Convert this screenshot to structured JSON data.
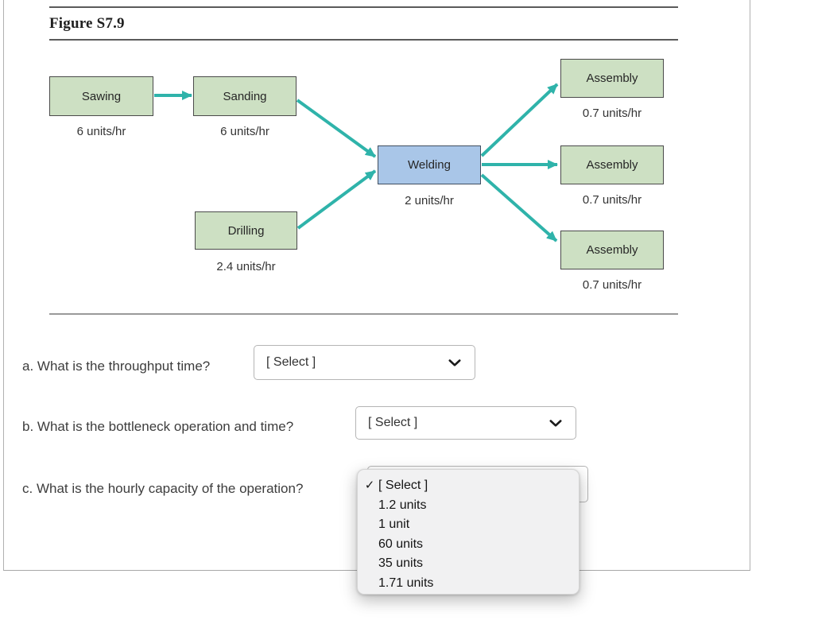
{
  "figure": {
    "title": "Figure S7.9"
  },
  "diagram": {
    "nodes": [
      {
        "label": "Sawing",
        "rate": "6 units/hr"
      },
      {
        "label": "Sanding",
        "rate": "6 units/hr"
      },
      {
        "label": "Drilling",
        "rate": "2.4 units/hr"
      },
      {
        "label": "Welding",
        "rate": "2 units/hr"
      },
      {
        "label": "Assembly",
        "rate": "0.7 units/hr"
      },
      {
        "label": "Assembly",
        "rate": "0.7 units/hr"
      },
      {
        "label": "Assembly",
        "rate": "0.7 units/hr"
      }
    ],
    "edges": [
      {
        "from": "Sawing",
        "to": "Sanding"
      },
      {
        "from": "Sanding",
        "to": "Welding"
      },
      {
        "from": "Drilling",
        "to": "Welding"
      },
      {
        "from": "Welding",
        "to": "Assembly (top)"
      },
      {
        "from": "Welding",
        "to": "Assembly (middle)"
      },
      {
        "from": "Welding",
        "to": "Assembly (bottom)"
      }
    ]
  },
  "questions": [
    {
      "id": "a",
      "label": "a. What is the throughput time?",
      "value": "[ Select ]"
    },
    {
      "id": "b",
      "label": "b. What is the bottleneck operation and time?",
      "value": "[ Select ]"
    },
    {
      "id": "c",
      "label": "c. What is the hourly capacity of the operation?",
      "value": "[ Select ]"
    }
  ],
  "open_dropdown": {
    "for_question": "c",
    "selected": "[ Select ]",
    "options": [
      "[ Select ]",
      "1.2 units",
      "1 unit",
      "60 units",
      "35 units",
      "1.71 units"
    ]
  },
  "icons": {
    "checkmark": "✓",
    "chevron_down": "⌄"
  },
  "colors": {
    "process_box_fill": "#cde0c3",
    "process_box_border": "#4a4a4a",
    "bottleneck_box_fill": "#a9c6e8",
    "arrow_teal": "#2fb3aa",
    "popup_bg": "#f1f1f2",
    "card_border": "#b0b0b0"
  }
}
